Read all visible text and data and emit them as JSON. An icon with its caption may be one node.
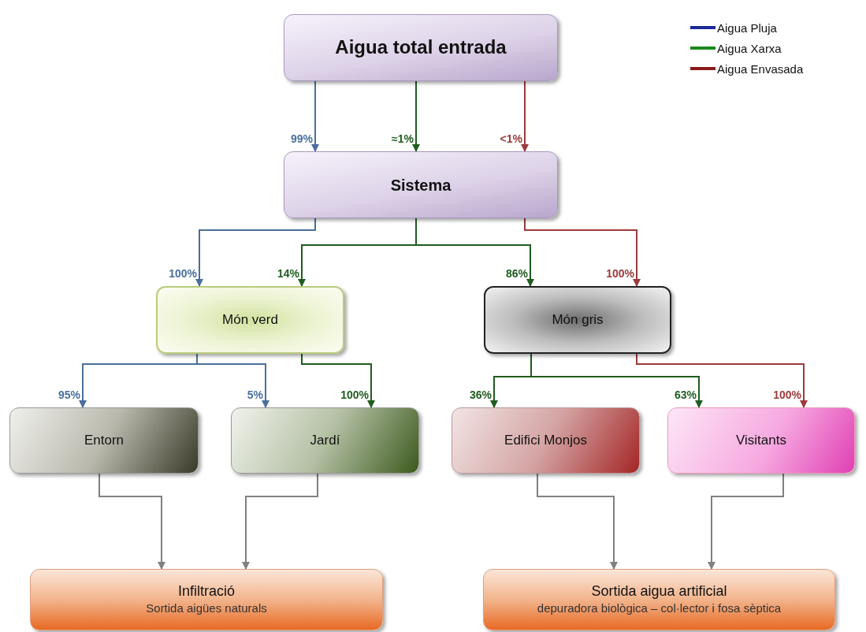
{
  "diagram": {
    "nodes": [
      {
        "text": [
          "Aigua total entrada"
        ]
      },
      {
        "text": [
          "Sistema"
        ]
      },
      {
        "text": [
          "Món verd"
        ]
      },
      {
        "text": [
          "Món gris"
        ]
      },
      {
        "text": [
          "Entorn"
        ]
      },
      {
        "text": [
          "Jardí"
        ]
      },
      {
        "text": [
          "Edifici Monjos"
        ]
      },
      {
        "text": [
          "Visitants"
        ]
      },
      {
        "text": [
          "Infiltració",
          "Sortida aigües naturals"
        ]
      },
      {
        "text": [
          "Sortida aigua artificial",
          "depuradora biològica – col·lector i fosa sèptica"
        ]
      }
    ],
    "edges": [
      {
        "from": 0,
        "to": 1,
        "arrow": "to",
        "label": "99%",
        "color": "#4a6f9c"
      },
      {
        "from": 0,
        "to": 1,
        "arrow": "to",
        "label": "≈1%",
        "color": "#1f5c1f"
      },
      {
        "from": 0,
        "to": 1,
        "arrow": "to",
        "label": "<1%",
        "color": "#9c3a3a"
      },
      {
        "from": 1,
        "to": 2,
        "arrow": "to",
        "label": "100%",
        "color": "#4a6f9c"
      },
      {
        "from": 1,
        "to": 2,
        "arrow": "to",
        "label": "14%",
        "color": "#1f5c1f"
      },
      {
        "from": 1,
        "to": 3,
        "arrow": "to",
        "label": "86%",
        "color": "#1f5c1f"
      },
      {
        "from": 1,
        "to": 3,
        "arrow": "to",
        "label": "100%",
        "color": "#9c3a3a"
      },
      {
        "from": 2,
        "to": 4,
        "arrow": "to",
        "label": "95%",
        "color": "#4a6f9c"
      },
      {
        "from": 2,
        "to": 5,
        "arrow": "to",
        "label": "5%",
        "color": "#4a6f9c"
      },
      {
        "from": 2,
        "to": 5,
        "arrow": "to",
        "label": "100%",
        "color": "#1f5c1f"
      },
      {
        "from": 3,
        "to": 6,
        "arrow": "to",
        "label": "36%",
        "color": "#1f5c1f"
      },
      {
        "from": 3,
        "to": 7,
        "arrow": "to",
        "label": "63%",
        "color": "#1f5c1f"
      },
      {
        "from": 3,
        "to": 7,
        "arrow": "to",
        "label": "100%",
        "color": "#9c3a3a"
      },
      {
        "from": 4,
        "to": 8,
        "arrow": "to",
        "color": "#808080"
      },
      {
        "from": 5,
        "to": 8,
        "arrow": "to",
        "color": "#808080"
      },
      {
        "from": 6,
        "to": 9,
        "arrow": "to",
        "color": "#808080"
      },
      {
        "from": 7,
        "to": 9,
        "arrow": "to",
        "color": "#808080"
      }
    ],
    "legend": [
      {
        "text": "Aigua Pluja",
        "color": "#1a2a9a"
      },
      {
        "text": "Aigua Xarxa",
        "color": "#1a8a1a"
      },
      {
        "text": "Aigua Envasada",
        "color": "#8a1a1a"
      }
    ]
  }
}
